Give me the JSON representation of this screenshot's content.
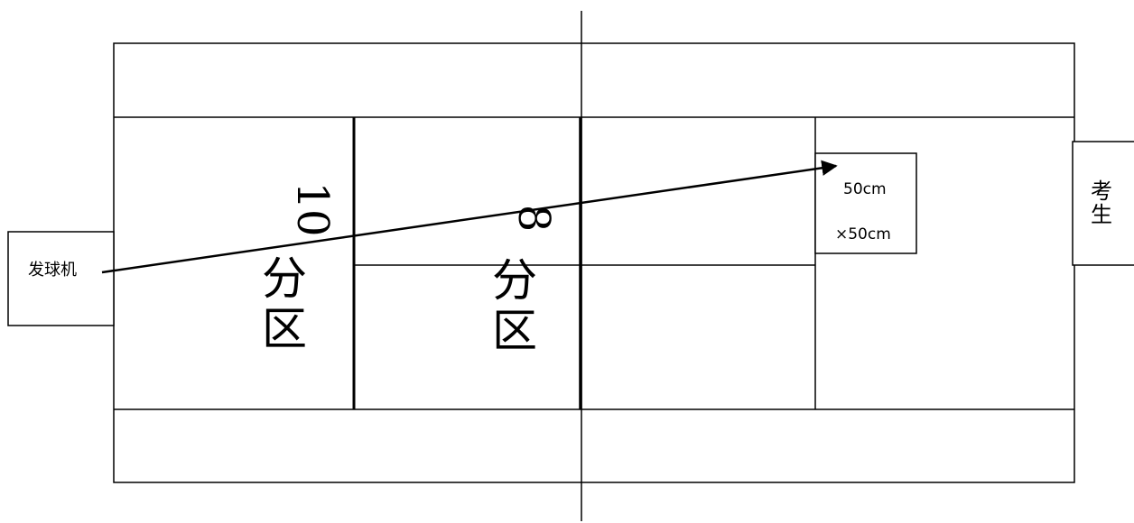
{
  "labels": {
    "machine": "发球机",
    "zone10_number": "10",
    "zone10_text_1": "分",
    "zone10_text_2": "区",
    "zone8_number": "8",
    "zone8_text_1": "分",
    "zone8_text_2": "区",
    "target_line1": "50cm",
    "target_line2": "×50cm",
    "examinee_1": "考",
    "examinee_2": "生"
  },
  "colors": {
    "line": "#000000",
    "background": "#ffffff"
  }
}
